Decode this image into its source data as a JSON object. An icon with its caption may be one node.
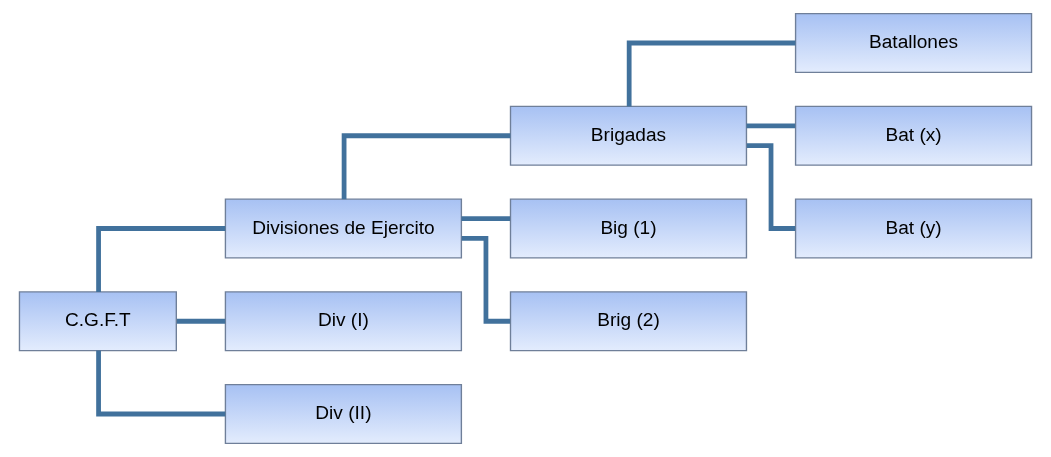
{
  "diagram": {
    "nodes": [
      {
        "text": [
          "C.G.F.T"
        ]
      },
      {
        "text": [
          "Divisiones de Ejercito"
        ]
      },
      {
        "text": [
          "Div (I)"
        ]
      },
      {
        "text": [
          "Div (II)"
        ]
      },
      {
        "text": [
          "Brigadas"
        ]
      },
      {
        "text": [
          "Big (1)"
        ]
      },
      {
        "text": [
          "Brig (2)"
        ]
      },
      {
        "text": [
          "Batallones"
        ]
      },
      {
        "text": [
          "Bat (x)"
        ]
      },
      {
        "text": [
          "Bat (y)"
        ]
      }
    ],
    "edges": [
      {
        "from": 0,
        "to": 1,
        "arrow": "none"
      },
      {
        "from": 0,
        "to": 2,
        "arrow": "none"
      },
      {
        "from": 0,
        "to": 3,
        "arrow": "none"
      },
      {
        "from": 1,
        "to": 4,
        "arrow": "none"
      },
      {
        "from": 1,
        "to": 5,
        "arrow": "none"
      },
      {
        "from": 1,
        "to": 6,
        "arrow": "none"
      },
      {
        "from": 4,
        "to": 7,
        "arrow": "none"
      },
      {
        "from": 4,
        "to": 8,
        "arrow": "none"
      },
      {
        "from": 4,
        "to": 9,
        "arrow": "none"
      }
    ]
  }
}
